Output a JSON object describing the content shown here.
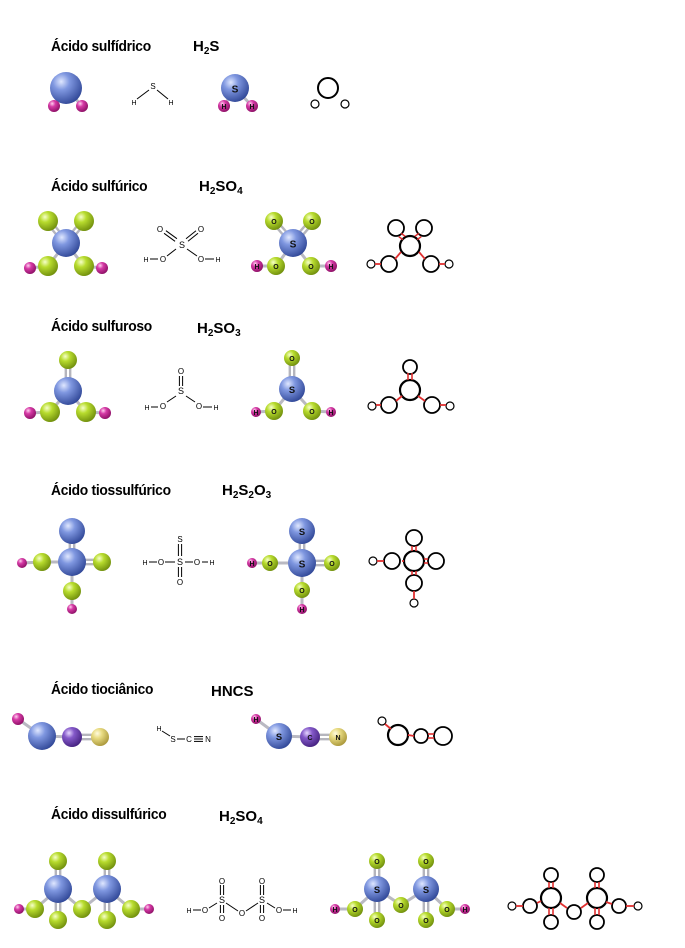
{
  "colors": {
    "sulfur": "#6a86d6",
    "oxygen": "#b2d630",
    "hydrogen": "#d42d9f",
    "carbon": "#7d4fc2",
    "nitrogen": "#e6d77a",
    "bond_highlight": "#e03030"
  },
  "labels": {
    "S": "S",
    "O": "O",
    "H": "H",
    "C": "C",
    "N": "N"
  },
  "molecules": [
    {
      "name": "Ácido sulfídrico",
      "formula": [
        [
          "H",
          ""
        ],
        [
          "2",
          "sub"
        ],
        [
          "S",
          ""
        ]
      ]
    },
    {
      "name": "Ácido sulfúrico",
      "formula": [
        [
          "H",
          ""
        ],
        [
          "2",
          "sub"
        ],
        [
          "SO",
          ""
        ],
        [
          "4",
          "sub"
        ]
      ]
    },
    {
      "name": "Ácido sulfuroso",
      "formula": [
        [
          "H",
          ""
        ],
        [
          "2",
          "sub"
        ],
        [
          "SO",
          ""
        ],
        [
          "3",
          "sub"
        ]
      ]
    },
    {
      "name": "Ácido tiossulfúrico",
      "formula": [
        [
          "H",
          ""
        ],
        [
          "2",
          "sub"
        ],
        [
          "S",
          ""
        ],
        [
          "2",
          "sub"
        ],
        [
          "O",
          ""
        ],
        [
          "3",
          "sub"
        ]
      ]
    },
    {
      "name": "Ácido tiociânico",
      "formula": [
        [
          "HNCS",
          ""
        ]
      ]
    },
    {
      "name": "Ácido dissulfúrico",
      "formula": [
        [
          "H",
          ""
        ],
        [
          "2",
          "sub"
        ],
        [
          "SO",
          ""
        ],
        [
          "4",
          "sub"
        ]
      ]
    }
  ]
}
